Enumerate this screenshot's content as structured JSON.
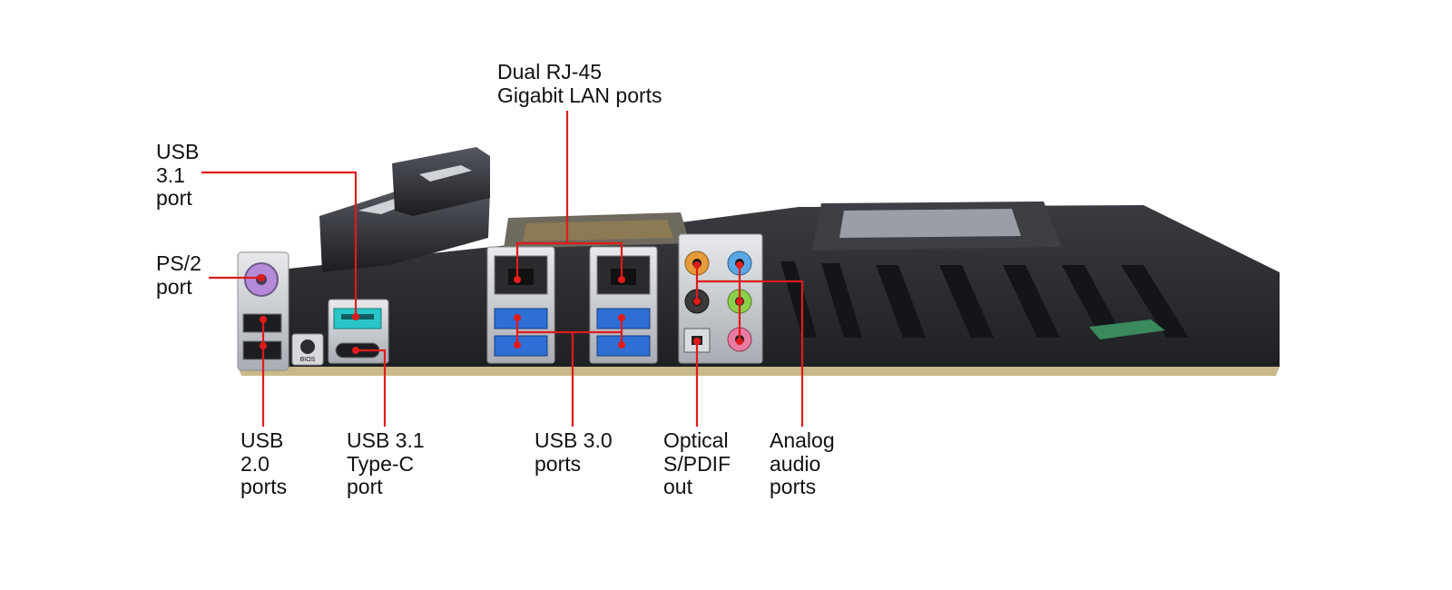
{
  "colors": {
    "callout_line": "#e01b1b",
    "board": "#2b2c30",
    "board_edge": "#c9b98a",
    "io_shield": "#c9ccd0",
    "usb3_blue": "#2e6fd6",
    "usb31_teal": "#28c6c9",
    "ps2_purple": "#b58ad8",
    "audio_orange": "#e59a3c",
    "audio_blue": "#5aa7e6",
    "audio_green": "#8ccf4a",
    "audio_pink": "#e97aa0"
  },
  "chip_text": {
    "bios": "BIOS"
  },
  "labels": {
    "dual_rj45": {
      "lines": [
        "Dual RJ-45",
        "Gigabit LAN ports"
      ]
    },
    "usb31_port": {
      "lines": [
        "USB",
        "3.1",
        "port"
      ]
    },
    "ps2_port": {
      "lines": [
        "PS/2",
        "port"
      ]
    },
    "usb20_ports": {
      "lines": [
        "USB",
        "2.0",
        "ports"
      ]
    },
    "usb31_typec": {
      "lines": [
        "USB 3.1",
        "Type-C",
        "port"
      ]
    },
    "usb30_ports": {
      "lines": [
        "USB 3.0",
        "ports"
      ]
    },
    "optical_spdif": {
      "lines": [
        "Optical",
        "S/PDIF",
        "out"
      ]
    },
    "analog_audio": {
      "lines": [
        "Analog",
        "audio",
        "ports"
      ]
    }
  }
}
